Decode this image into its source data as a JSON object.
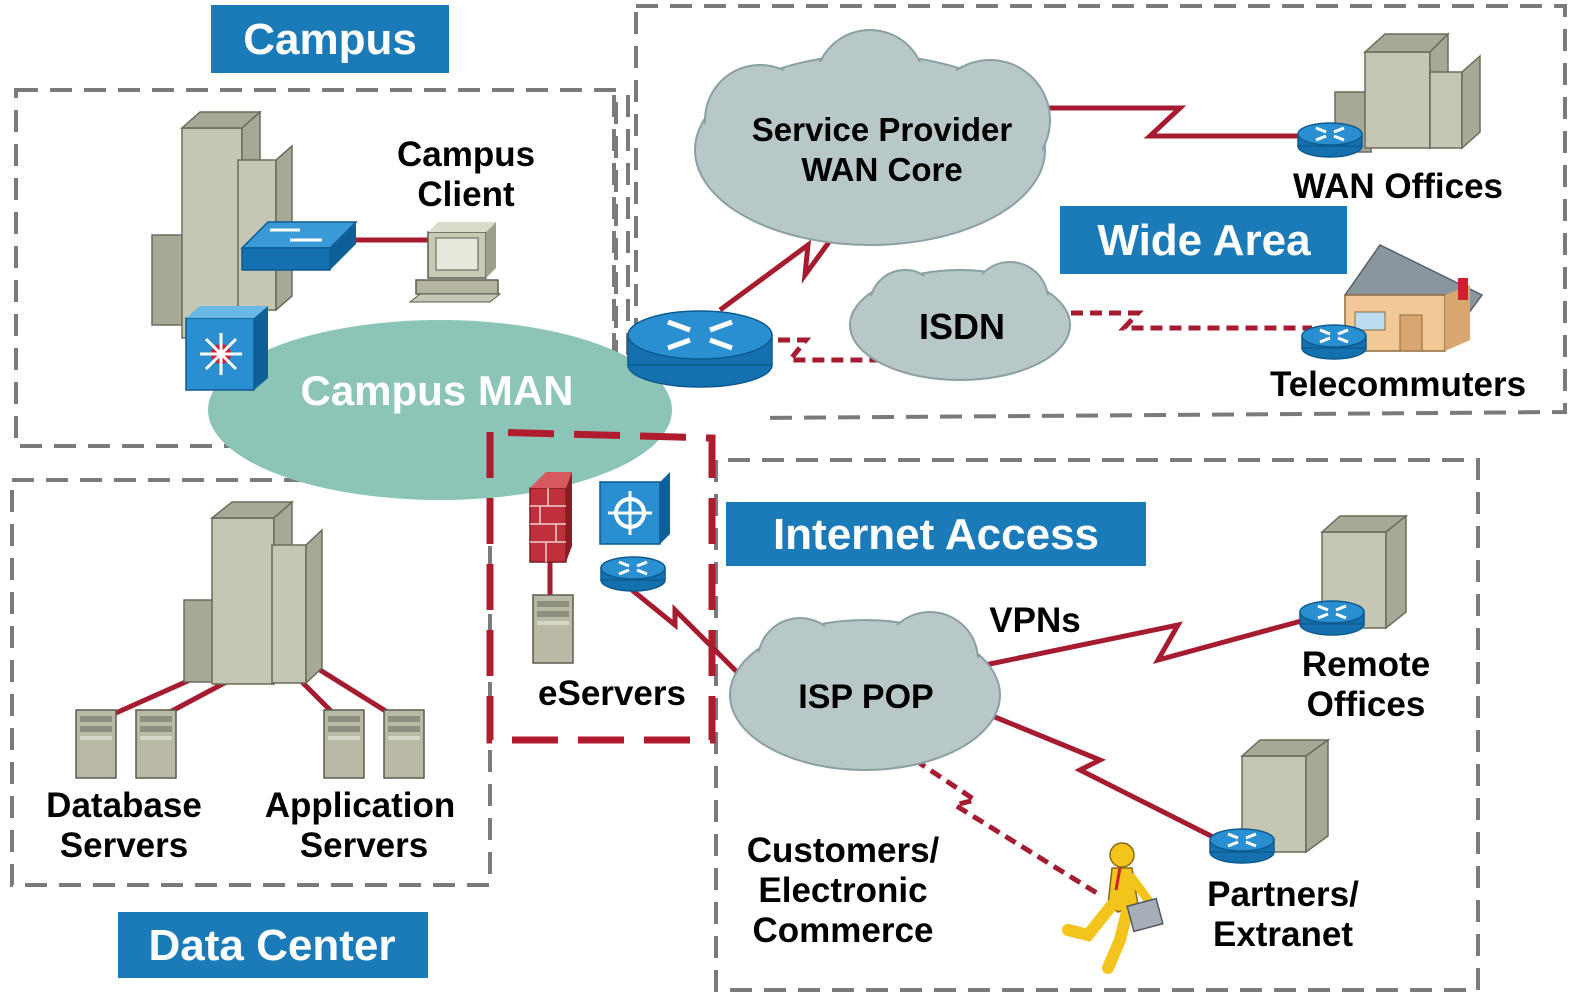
{
  "tags": {
    "campus": "Campus",
    "wide_area": "Wide Area",
    "internet_access": "Internet Access",
    "data_center": "Data Center"
  },
  "clouds": {
    "sp_wan_core": [
      "Service Provider",
      "WAN Core"
    ],
    "isdn": "ISDN",
    "isp_pop": "ISP POP",
    "campus_man": "Campus MAN"
  },
  "nodes": {
    "campus_client": [
      "Campus",
      "Client"
    ],
    "wan_offices": "WAN Offices",
    "telecommuters": "Telecommuters",
    "eservers": "eServers",
    "vpns": "VPNs",
    "remote_offices": [
      "Remote",
      "Offices"
    ],
    "partners_extranet": [
      "Partners/",
      "Extranet"
    ],
    "customers_ecommerce": [
      "Customers/",
      "Electronic",
      "Commerce"
    ],
    "database_servers": [
      "Database",
      "Servers"
    ],
    "application_servers": [
      "Application",
      "Servers"
    ]
  },
  "colors": {
    "tag_blue": "#1a7bb8",
    "link_red": "#a51c30",
    "cloud_grey": "#b8c7c8",
    "man_teal": "#8cc4b8"
  }
}
